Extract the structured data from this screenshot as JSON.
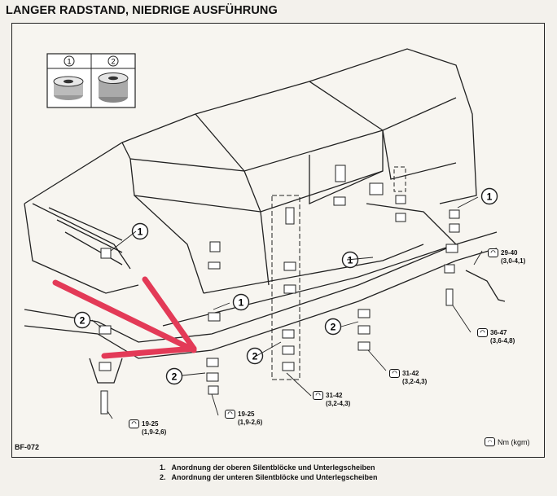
{
  "header": {
    "title": "LANGER RADSTAND, NIEDRIGE AUSFÜHRUNG"
  },
  "figure": {
    "code": "BF-072",
    "unit_label": "Nm (kgm)",
    "inset": {
      "label_1": "1",
      "label_2": "2"
    },
    "callouts": [
      "1",
      "1",
      "1",
      "1",
      "1",
      "1",
      "2",
      "2",
      "2",
      "2",
      "2"
    ],
    "torques": [
      {
        "value": "29-40",
        "range": "(3,0-4,1)"
      },
      {
        "value": "36-47",
        "range": "(3,6-4,8)"
      },
      {
        "value": "31-42",
        "range": "(3,2-4,3)"
      },
      {
        "value": "31-42",
        "range": "(3,2-4,3)"
      },
      {
        "value": "19-25",
        "range": "(1,9-2,6)"
      },
      {
        "value": "19-25",
        "range": "(1,9-2,6)"
      }
    ],
    "arrow_color": "#e33a57"
  },
  "notes": [
    {
      "num": "1.",
      "text": "Anordnung der oberen Silentblöcke und Unterlegscheiben"
    },
    {
      "num": "2.",
      "text": "Anordnung der unteren Silentblöcke und Unterlegscheiben"
    }
  ]
}
